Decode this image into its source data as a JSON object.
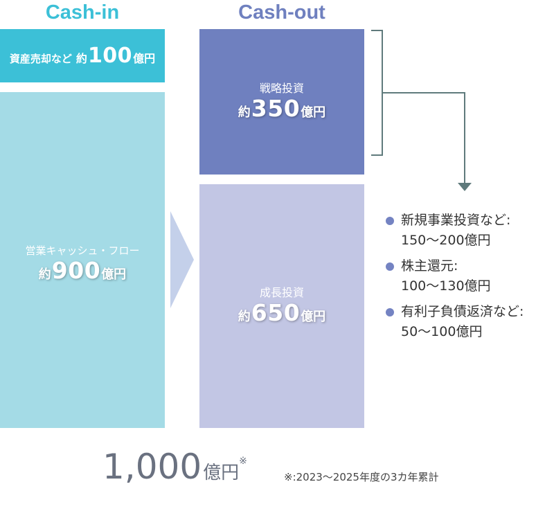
{
  "colors": {
    "cash_in": "#3cc0d7",
    "cash_in_light": "#a4dbe6",
    "cash_out": "#6f80bf",
    "cash_out_light": "#c2c6e4",
    "arrow": "#c4d0ea",
    "bracket": "#5f7a7c",
    "bullet_dot": "#7483c2",
    "total": "#6a7180"
  },
  "headings": {
    "cash_in": "Cash-in",
    "cash_out": "Cash-out"
  },
  "cash_in": {
    "asset_sales": {
      "label": "資産売却など",
      "prefix": "約",
      "value": "100",
      "unit": "億円"
    },
    "operating_cf": {
      "label": "営業キャッシュ・フロー",
      "prefix": "約",
      "value": "900",
      "unit": "億円"
    }
  },
  "cash_out": {
    "strategic": {
      "label": "戦略投資",
      "prefix": "約",
      "value": "350",
      "unit": "億円"
    },
    "growth": {
      "label": "成長投資",
      "prefix": "約",
      "value": "650",
      "unit": "億円"
    }
  },
  "breakdown": [
    {
      "label": "新規事業投資など:",
      "amount": "150〜200億円"
    },
    {
      "label": "株主還元:",
      "amount": "100〜130億円"
    },
    {
      "label": "有利子負債返済など:",
      "amount": "50〜100億円"
    }
  ],
  "total": {
    "value": "1,000",
    "unit": "億円",
    "mark": "※"
  },
  "footnote": "※:2023〜2025年度の3カ年累計"
}
